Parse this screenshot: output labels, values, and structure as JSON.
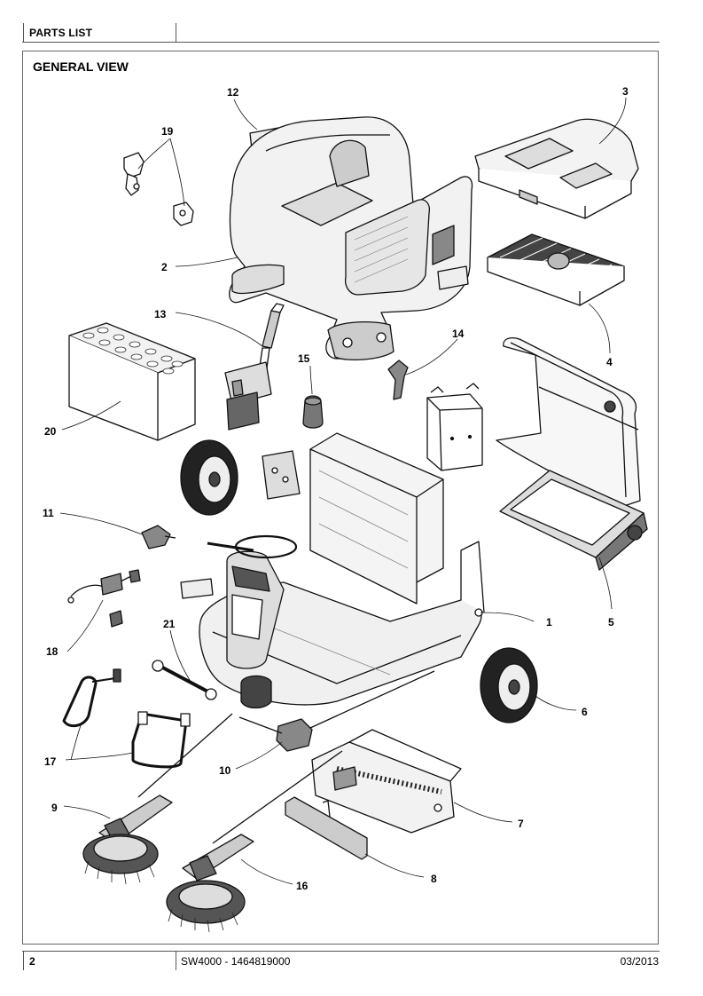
{
  "header": {
    "section": "PARTS LIST"
  },
  "page": {
    "title": "GENERAL VIEW"
  },
  "callouts": {
    "c1": "1",
    "c2": "2",
    "c3": "3",
    "c4": "4",
    "c5": "5",
    "c6": "6",
    "c7": "7",
    "c8": "8",
    "c9": "9",
    "c10": "10",
    "c11": "11",
    "c12": "12",
    "c13": "13",
    "c14": "14",
    "c15": "15",
    "c16": "16",
    "c17": "17",
    "c18": "18",
    "c19": "19",
    "c20": "20",
    "c21": "21"
  },
  "footer": {
    "page_number": "2",
    "model": "SW4000 - 1464819000",
    "date": "03/2013"
  }
}
